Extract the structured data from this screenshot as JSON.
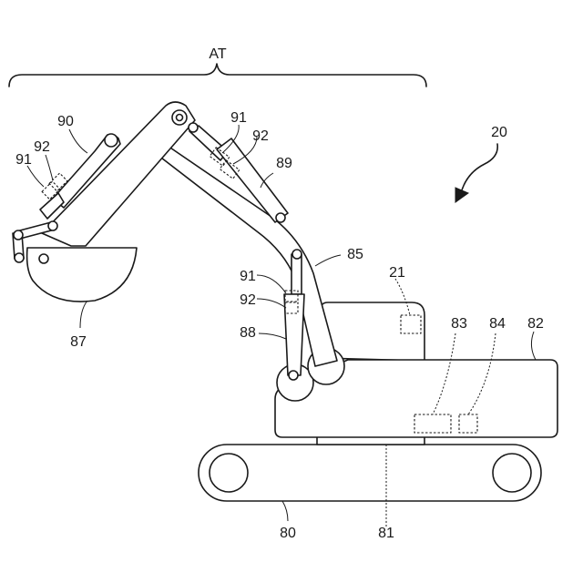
{
  "title": "",
  "labels": {
    "at": "AT",
    "ref_20": "20",
    "ref_21": "21",
    "ref_80": "80",
    "ref_81": "81",
    "ref_82": "82",
    "ref_83": "83",
    "ref_84": "84",
    "ref_85": "85",
    "ref_87": "87",
    "ref_88": "88",
    "ref_89": "89",
    "ref_90": "90",
    "ref_91": "91",
    "ref_92": "92"
  },
  "colors": {
    "line": "#1a1a1a",
    "background": "#ffffff"
  }
}
